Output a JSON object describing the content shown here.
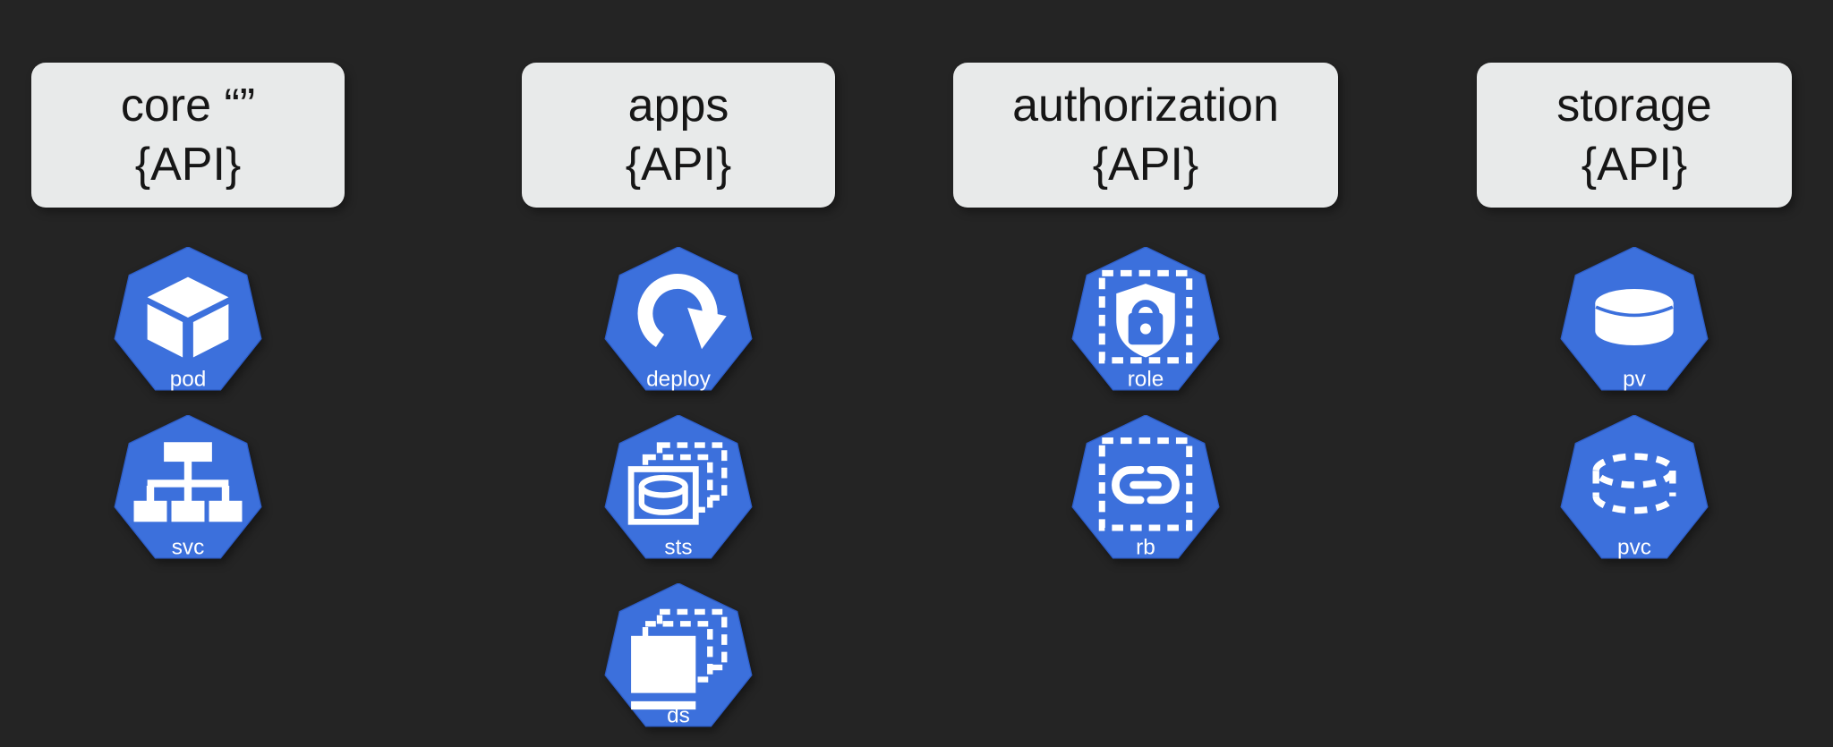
{
  "colors": {
    "background": "#242424",
    "header_bg": "#e8eaea",
    "header_text": "#161616",
    "hepta": "#3c70dc",
    "glyph": "#ffffff"
  },
  "columns": [
    {
      "id": "core",
      "api_group": "core “”",
      "api_label": "{API}",
      "resources": [
        {
          "id": "pod",
          "label": "pod",
          "icon": "cube-icon"
        },
        {
          "id": "svc",
          "label": "svc",
          "icon": "network-tree-icon"
        }
      ]
    },
    {
      "id": "apps",
      "api_group": "apps",
      "api_label": "{API}",
      "resources": [
        {
          "id": "deploy",
          "label": "deploy",
          "icon": "circular-arrow-icon"
        },
        {
          "id": "sts",
          "label": "sts",
          "icon": "stacked-db-icon"
        },
        {
          "id": "ds",
          "label": "ds",
          "icon": "stacked-rect-icon"
        }
      ]
    },
    {
      "id": "authorization",
      "api_group": "authorization",
      "api_label": "{API}",
      "resources": [
        {
          "id": "role",
          "label": "role",
          "icon": "shield-lock-icon"
        },
        {
          "id": "rb",
          "label": "rb",
          "icon": "link-icon"
        }
      ]
    },
    {
      "id": "storage",
      "api_group": "storage",
      "api_label": "{API}",
      "resources": [
        {
          "id": "pv",
          "label": "pv",
          "icon": "cylinder-icon"
        },
        {
          "id": "pvc",
          "label": "pvc",
          "icon": "dashed-cylinder-icon"
        }
      ]
    }
  ]
}
